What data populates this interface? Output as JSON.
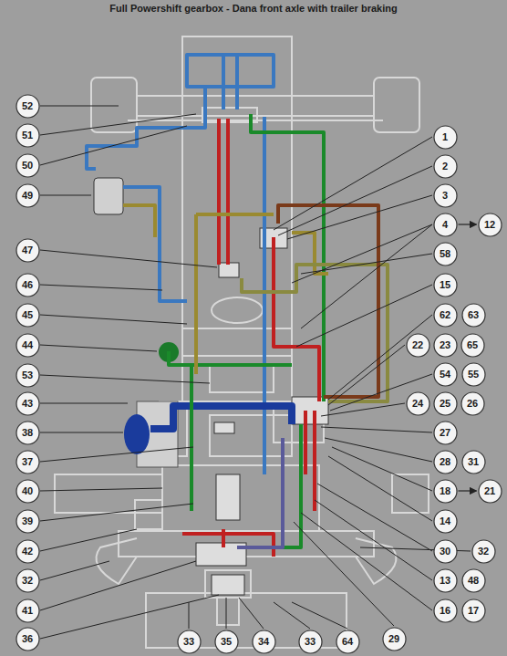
{
  "diagram": {
    "title": "Full Powershift gearbox - Dana front axle with trailer braking",
    "nodes": [
      {
        "text": [
          "52"
        ]
      },
      {
        "text": [
          "51"
        ]
      },
      {
        "text": [
          "50"
        ]
      },
      {
        "text": [
          "49"
        ]
      },
      {
        "text": [
          "47"
        ]
      },
      {
        "text": [
          "46"
        ]
      },
      {
        "text": [
          "45"
        ]
      },
      {
        "text": [
          "44"
        ]
      },
      {
        "text": [
          "53"
        ]
      },
      {
        "text": [
          "43"
        ]
      },
      {
        "text": [
          "38"
        ]
      },
      {
        "text": [
          "37"
        ]
      },
      {
        "text": [
          "40"
        ]
      },
      {
        "text": [
          "39"
        ]
      },
      {
        "text": [
          "42"
        ]
      },
      {
        "text": [
          "32"
        ]
      },
      {
        "text": [
          "41"
        ]
      },
      {
        "text": [
          "36"
        ]
      },
      {
        "text": [
          "1"
        ]
      },
      {
        "text": [
          "2"
        ]
      },
      {
        "text": [
          "3"
        ]
      },
      {
        "text": [
          "4"
        ]
      },
      {
        "text": [
          "12"
        ]
      },
      {
        "text": [
          "58"
        ]
      },
      {
        "text": [
          "15"
        ]
      },
      {
        "text": [
          "62"
        ]
      },
      {
        "text": [
          "63"
        ]
      },
      {
        "text": [
          "22"
        ]
      },
      {
        "text": [
          "23"
        ]
      },
      {
        "text": [
          "65"
        ]
      },
      {
        "text": [
          "54"
        ]
      },
      {
        "text": [
          "55"
        ]
      },
      {
        "text": [
          "24"
        ]
      },
      {
        "text": [
          "25"
        ]
      },
      {
        "text": [
          "26"
        ]
      },
      {
        "text": [
          "27"
        ]
      },
      {
        "text": [
          "28"
        ]
      },
      {
        "text": [
          "31"
        ]
      },
      {
        "text": [
          "18"
        ]
      },
      {
        "text": [
          "21"
        ]
      },
      {
        "text": [
          "14"
        ]
      },
      {
        "text": [
          "30"
        ]
      },
      {
        "text": [
          "32"
        ]
      },
      {
        "text": [
          "13"
        ]
      },
      {
        "text": [
          "48"
        ]
      },
      {
        "text": [
          "16"
        ]
      },
      {
        "text": [
          "17"
        ]
      },
      {
        "text": [
          "33"
        ]
      },
      {
        "text": [
          "35"
        ]
      },
      {
        "text": [
          "34"
        ]
      },
      {
        "text": [
          "33"
        ]
      },
      {
        "text": [
          "64"
        ]
      },
      {
        "text": [
          "29"
        ]
      }
    ],
    "edges": [
      {
        "from": 21,
        "to": 22,
        "arrow": "to"
      },
      {
        "from": 38,
        "to": 39,
        "arrow": "to"
      }
    ]
  }
}
